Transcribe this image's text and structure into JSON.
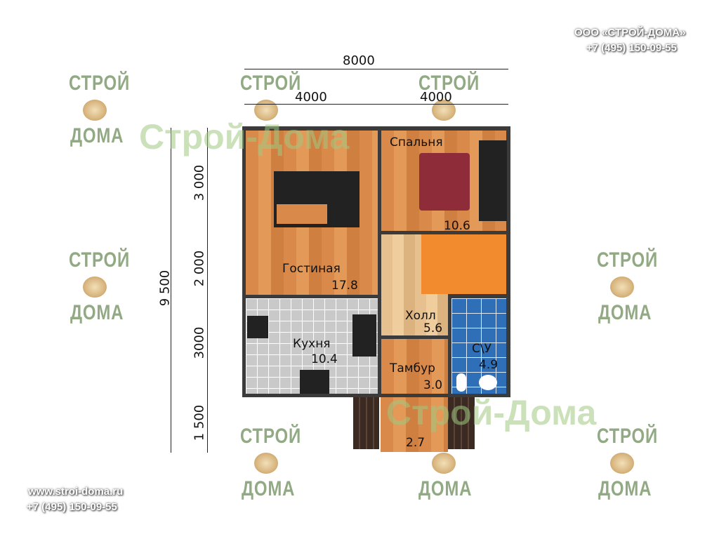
{
  "company": {
    "name": "ООО «СТРОЙ-ДОМА»",
    "phone_top": "+7 (495) 150-09-55",
    "website": "www.stroi-doma.ru",
    "phone_bottom": "+7 (495) 150-09-55"
  },
  "watermark": {
    "word1": "СТРОЙ",
    "word2": "ДОМА",
    "logo_text": "Строй-Дома"
  },
  "dimensions": {
    "total_width": "8000",
    "left_width": "4000",
    "right_width": "4000",
    "total_depth": "9 500",
    "seg1": "3 000",
    "seg2": "2 000",
    "seg3": "3000",
    "seg4": "1 500"
  },
  "rooms": {
    "living": {
      "name": "Гостиная",
      "area": "17.8"
    },
    "bedroom": {
      "name": "Спальня",
      "area": "10.6"
    },
    "hall": {
      "name": "Холл",
      "area": "5.6"
    },
    "kitchen": {
      "name": "Кухня",
      "area": "10.4"
    },
    "vestibule": {
      "name": "Тамбур",
      "area": "3.0"
    },
    "bathroom": {
      "name": "С\\У",
      "area": "4.9"
    },
    "porch": {
      "area": "2.7"
    }
  }
}
